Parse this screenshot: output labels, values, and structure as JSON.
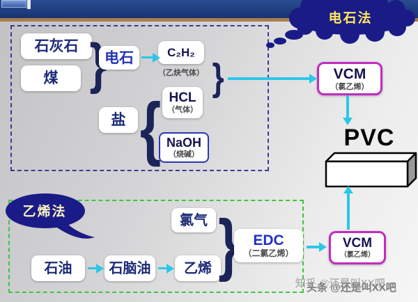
{
  "title_bubbles": {
    "carbide_method": "电石法",
    "ethylene_method": "乙烯法"
  },
  "carbide_route": {
    "limestone": "石灰石",
    "coal": "煤",
    "carbide": "电石",
    "acetylene": {
      "formula": "C₂H₂",
      "caption": "（乙炔气体）"
    },
    "salt": "盐",
    "hcl": {
      "formula": "HCL",
      "caption": "（气体）"
    },
    "naoh": {
      "formula": "NaOH",
      "caption": "（烧碱）"
    }
  },
  "ethylene_route": {
    "chlorine": "氯气",
    "petroleum": "石油",
    "naphtha": "石脑油",
    "ethylene": "乙烯",
    "edc": {
      "formula": "EDC",
      "caption": "（二氯乙烯）"
    }
  },
  "products": {
    "vcm_top": {
      "formula": "VCM",
      "caption": "（氯乙烯）"
    },
    "vcm_bottom": {
      "formula": "VCM",
      "caption": "（氯乙烯）"
    },
    "pvc": "PVC"
  },
  "glyphs": {
    "brace_close": "}",
    "brace_open": "{"
  },
  "watermark": {
    "back": "知乎 @还是叫XX吧",
    "front": "头条 @还是叫XX吧"
  },
  "colors": {
    "arrow_cyan": "#2cc7e8",
    "vcm_border_magenta": "#c22cc2",
    "green_dash": "#3ec43e",
    "navy_dash": "#3a3a9a",
    "bubble_navy": "#1b1b88",
    "bubble_text_yellow": "#ffe95c",
    "header_navy": "#173470",
    "header_tan": "#a97e52"
  }
}
